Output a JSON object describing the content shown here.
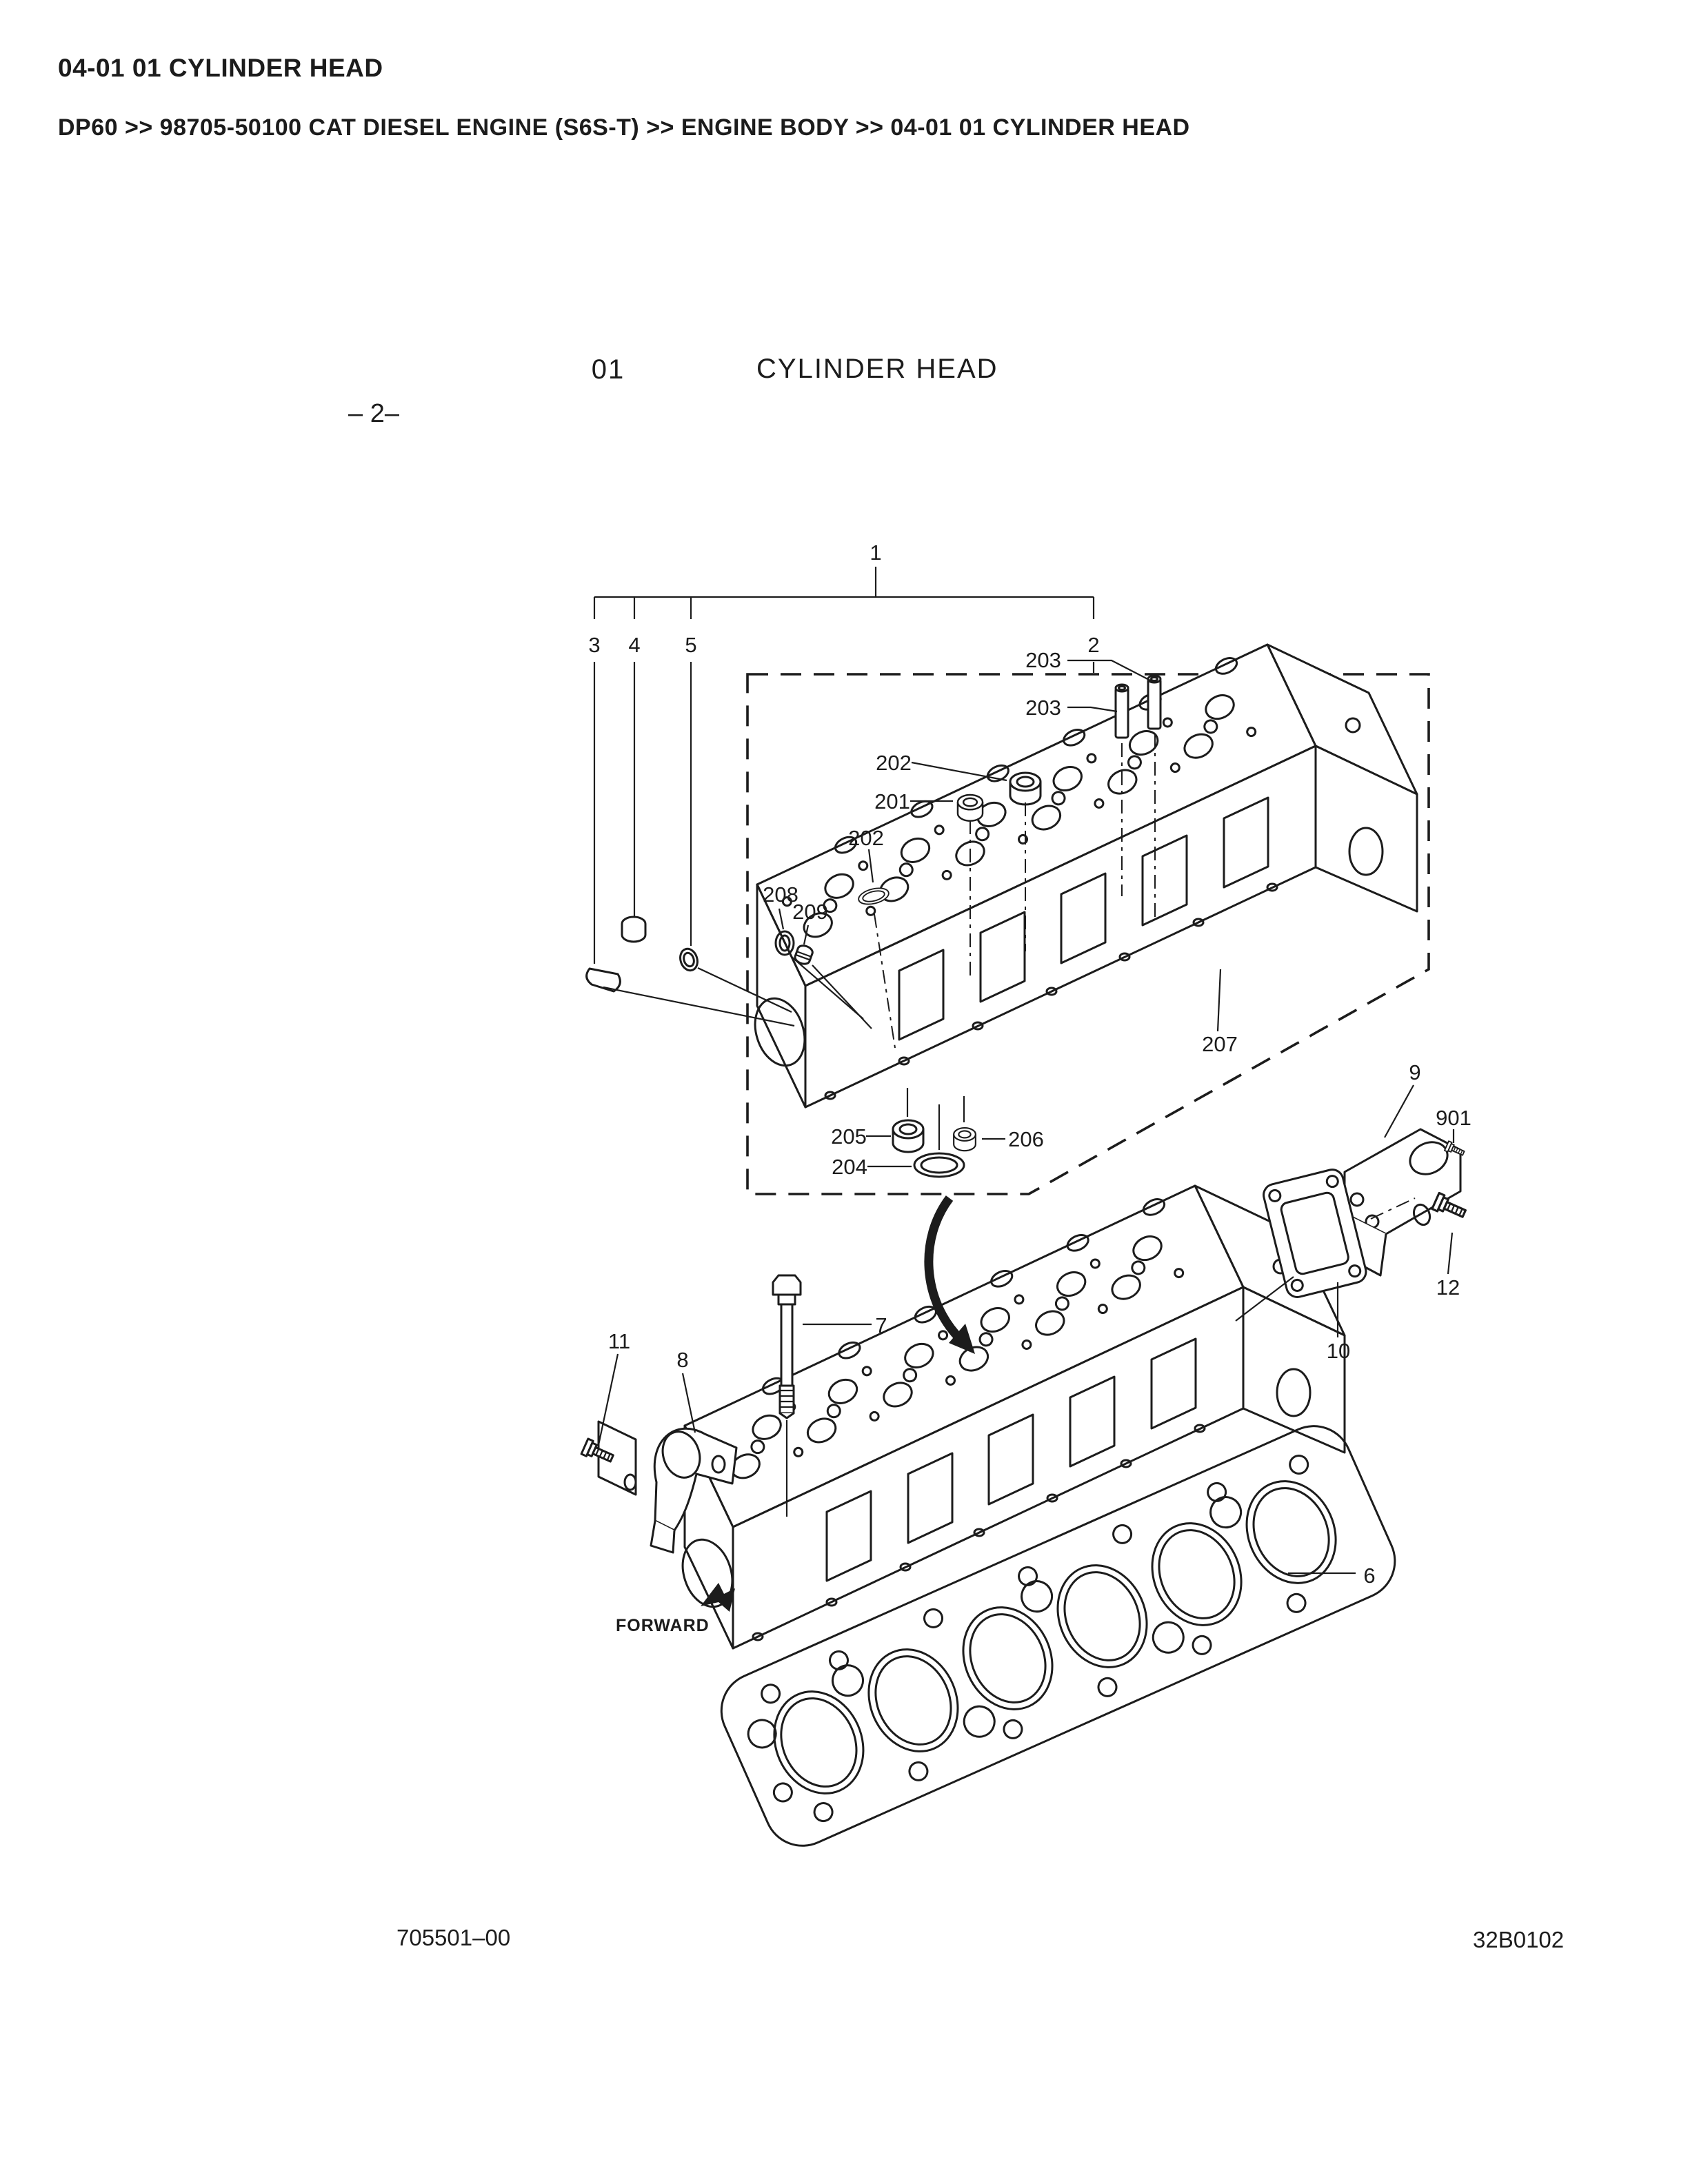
{
  "header": {
    "section_title": "04-01 01 CYLINDER HEAD",
    "breadcrumb": "DP60 >> 98705-50100 CAT DIESEL ENGINE (S6S-T) >> ENGINE BODY >> 04-01 01 CYLINDER HEAD"
  },
  "figure": {
    "number": "01",
    "title": "CYLINDER HEAD",
    "page_marker": "–  2–",
    "forward_label": "FORWARD"
  },
  "callouts": {
    "n1": "1",
    "n2": "2",
    "n3": "3",
    "n4": "4",
    "n5": "5",
    "n6": "6",
    "n7": "7",
    "n8": "8",
    "n9": "9",
    "n10": "10",
    "n11": "11",
    "n12": "12",
    "n201": "201",
    "n202a": "202",
    "n202b": "202",
    "n203a": "203",
    "n203b": "203",
    "n204": "204",
    "n205": "205",
    "n206": "206",
    "n207": "207",
    "n208": "208",
    "n209": "209",
    "n901": "901"
  },
  "footer": {
    "doc_number": "705501–00",
    "figure_code": "32B0102"
  },
  "colors": {
    "ink": "#1c1c1c",
    "background": "#ffffff"
  }
}
